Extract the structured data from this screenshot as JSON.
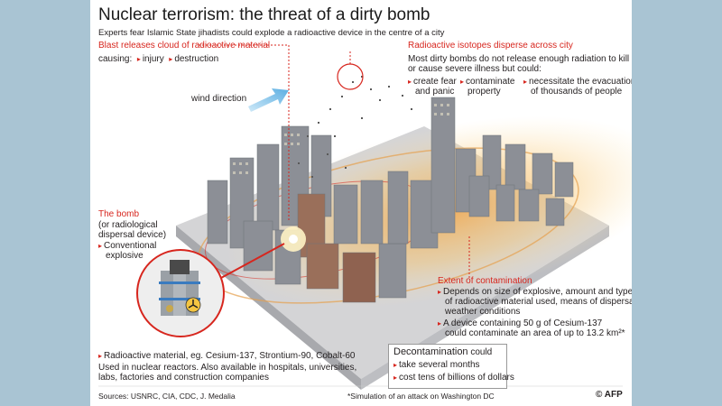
{
  "title": "Nuclear terrorism: the threat of a dirty bomb",
  "subtitle": "Experts fear Islamic State jihadists could explode a radioactive device in the centre of a city",
  "blast": {
    "heading": "Blast releases cloud of radioactive material",
    "causing": "causing:",
    "items": [
      "injury",
      "destruction"
    ]
  },
  "isotopes": {
    "heading": "Radioactive isotopes disperse across city",
    "text1": "Most dirty bombs do not release enough radiation to kill",
    "text2": "or cause severe illness but could:",
    "effects": [
      {
        "l1": "create fear",
        "l2": "and panic"
      },
      {
        "l1": "contaminate",
        "l2": "property"
      },
      {
        "l1": "necessitate the evacuation",
        "l2": "of thousands of people"
      }
    ]
  },
  "wind_label": "wind direction",
  "bomb": {
    "heading1": "The bomb",
    "sub1": "(or radiological",
    "sub2": "dispersal device)",
    "item1": "Conventional",
    "item2": "explosive"
  },
  "radioactive": {
    "line1": "Radioactive material, eg. Cesium-137, Strontium-90, Cobalt-60",
    "line2": "Used in nuclear reactors. Also available in hospitals, universities,",
    "line3": "labs, factories and construction companies"
  },
  "extent": {
    "heading": "Extent of contamination",
    "b1l1": "Depends on size of explosive, amount and type",
    "b1l2": "of radioactive material used, means of dispersal,",
    "b1l3": "weather conditions",
    "b2l1": "A device containing 50 g of Cesium-137",
    "b2l2": "could contaminate an area of up to 13.2 km²*"
  },
  "decon": {
    "heading": "Decontamination",
    "heading_suffix": " could",
    "items": [
      "take several months",
      "cost tens of billions of dollars"
    ]
  },
  "sources": "Sources: USNRC, CIA, CDC, J. Medalia",
  "simulation": "*Simulation of an attack on Washington DC",
  "credit": "© AFP",
  "colors": {
    "accent": "#d7261e",
    "wind": "#6fb6e3",
    "ground": "#d4d4d6",
    "building": "#8c8f96"
  }
}
